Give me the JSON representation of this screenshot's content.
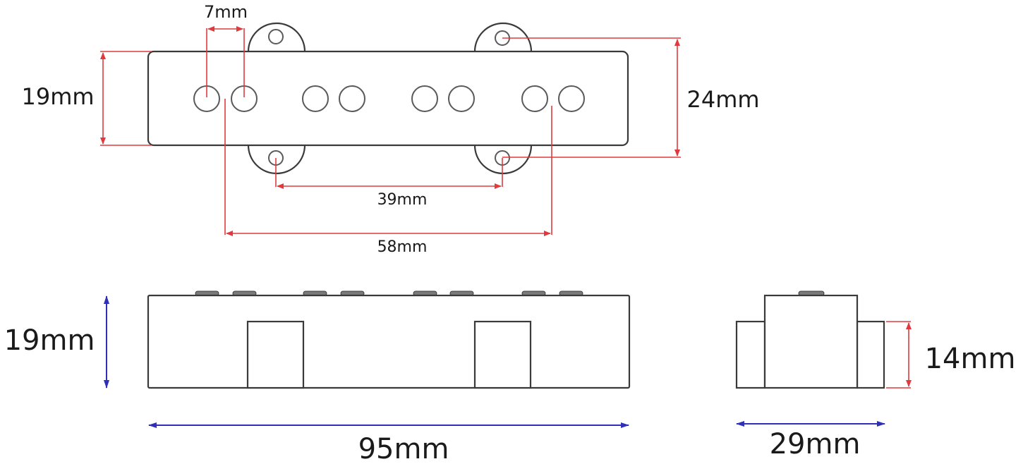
{
  "diagram": {
    "subject": "Jazz bass pickup dimensions",
    "colors": {
      "outline": "#3a3a3a",
      "dimension_red": "#e03a3e",
      "dimension_blue": "#2f2fb8",
      "background": "#ffffff"
    },
    "top_view": {
      "pole_pieces": 8,
      "mounting_screws": 4,
      "dimensions": {
        "pole_spacing": "7mm",
        "body_width": "19mm",
        "ear_span": "24mm",
        "screw_spacing": "39mm",
        "outer_pole_span": "58mm"
      }
    },
    "side_view": {
      "dimensions": {
        "height": "19mm",
        "length": "95mm"
      }
    },
    "end_view": {
      "dimensions": {
        "ear_height": "14mm",
        "width": "29mm"
      }
    }
  }
}
